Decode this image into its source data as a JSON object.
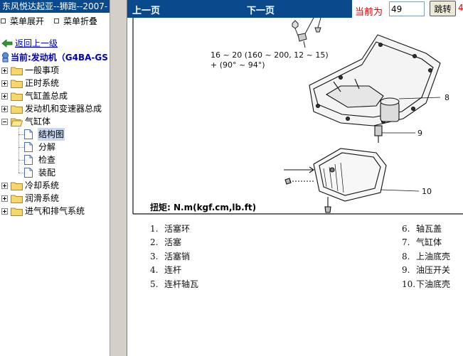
{
  "window": {
    "title": "东风悦达起亚--狮跑--2007-"
  },
  "menu": {
    "expand_label": "菜单展开",
    "collapse_label": "菜单折叠"
  },
  "back_label": "返回上一级",
  "current_label": "当前:发动机（G4BA-GS",
  "tree": {
    "sections": [
      {
        "label": "一般事项",
        "expanded": false
      },
      {
        "label": "正时系统",
        "expanded": false
      },
      {
        "label": "气缸盖总成",
        "expanded": false
      },
      {
        "label": "发动机和变速器总成",
        "expanded": false
      },
      {
        "label": "气缸体",
        "expanded": true
      },
      {
        "label": "冷却系统",
        "expanded": false
      },
      {
        "label": "润滑系统",
        "expanded": false
      },
      {
        "label": "进气和排气系统",
        "expanded": false
      }
    ],
    "children": [
      {
        "label": "结构图",
        "selected": true
      },
      {
        "label": "分解",
        "selected": false
      },
      {
        "label": "检查",
        "selected": false
      },
      {
        "label": "装配",
        "selected": false
      }
    ]
  },
  "nav": {
    "prev_label": "上一页",
    "next_label": "下一页",
    "current_page_label": "当前为",
    "page_value": "49",
    "jump_label": "跳转",
    "edge_text": "4"
  },
  "diagram": {
    "torque_spec": "16 ~ 20 (160 ~ 200, 12 ~ 15)",
    "torque_angle": "+ (90° ~ 94°)",
    "torque_unit_label": "扭矩: N.m(kgf.cm,lb.ft)",
    "callouts": [
      "8",
      "9",
      "10"
    ]
  },
  "legend": [
    {
      "num": "1.",
      "label": "活塞环"
    },
    {
      "num": "2.",
      "label": "活塞"
    },
    {
      "num": "3.",
      "label": "活塞销"
    },
    {
      "num": "4.",
      "label": "连杆"
    },
    {
      "num": "5.",
      "label": "连杆轴瓦"
    },
    {
      "num": "6.",
      "label": "轴瓦盖"
    },
    {
      "num": "7.",
      "label": "气缸体"
    },
    {
      "num": "8.",
      "label": "上油底壳"
    },
    {
      "num": "9.",
      "label": "油压开关"
    },
    {
      "num": "10.",
      "label": "下油底壳"
    }
  ],
  "colors": {
    "nav_bar": "#0a4a8c",
    "accent_red": "#e00000",
    "link": "#0000cc"
  }
}
